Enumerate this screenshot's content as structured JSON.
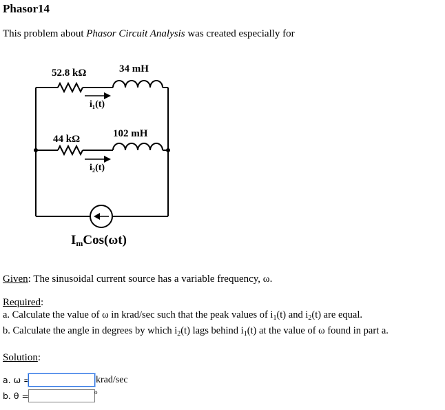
{
  "title": "Phasor14",
  "intro": {
    "prefix": "This problem about ",
    "topic": "Phasor Circuit Analysis",
    "suffix": " was created especially for"
  },
  "circuit": {
    "r1_label": "52.8 kΩ",
    "l1_label": "34 mH",
    "i1_label": "i₁(t)",
    "r2_label": "44 kΩ",
    "l2_label": "102 mH",
    "i2_label": "i₂(t)",
    "source_label": "ImCos(ωt)",
    "source_label_main": "I",
    "source_label_sub": "m",
    "source_label_rest": "Cos(ωt)"
  },
  "given": {
    "heading": "Given",
    "text": ": The sinusoidal current source has a variable frequency, ω."
  },
  "required": {
    "heading": "Required",
    "colon": ":",
    "a": {
      "prefix": "a. Calculate the value of ω in krad/sec such that the peak values of i",
      "sub1": "1",
      "mid": "(t) and i",
      "sub2": "2",
      "suffix": "(t) are equal."
    },
    "b": {
      "prefix": "b. Calculate the angle in degrees by which i",
      "sub1": "2",
      "mid": "(t) lags behind i",
      "sub2": "1",
      "suffix": "(t) at the value of ω found in part a."
    }
  },
  "solution": {
    "heading": "Solution",
    "colon": ":",
    "a_label": "a. ω =",
    "a_value": "",
    "a_unit": "krad/sec",
    "b_label": "b. θ =",
    "b_value": "",
    "b_unit": "o"
  }
}
